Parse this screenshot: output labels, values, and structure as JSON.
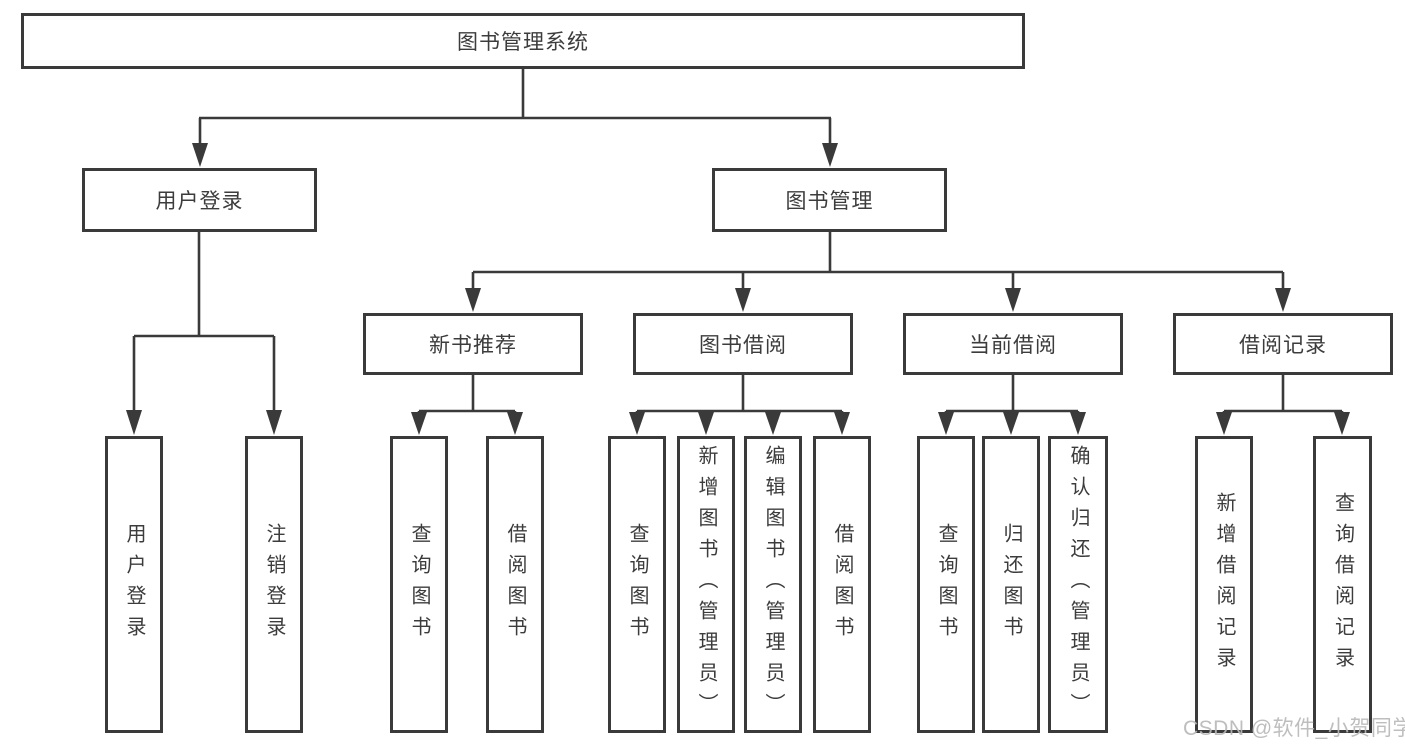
{
  "diagram": {
    "title": "图书管理系统",
    "level2": [
      {
        "id": "user-login",
        "label": "用户登录"
      },
      {
        "id": "book-management",
        "label": "图书管理"
      }
    ],
    "level3": [
      {
        "id": "new-book-recommend",
        "parent": "图书管理",
        "label": "新书推荐"
      },
      {
        "id": "book-borrowing",
        "parent": "图书管理",
        "label": "图书借阅"
      },
      {
        "id": "current-borrowing",
        "parent": "图书管理",
        "label": "当前借阅"
      },
      {
        "id": "borrowing-records",
        "parent": "图书管理",
        "label": "借阅记录"
      }
    ],
    "leaves": [
      {
        "parent": "用户登录",
        "label": "用户登录"
      },
      {
        "parent": "用户登录",
        "label": "注销登录"
      },
      {
        "parent": "新书推荐",
        "label": "查询图书"
      },
      {
        "parent": "新书推荐",
        "label": "借阅图书"
      },
      {
        "parent": "图书借阅",
        "label": "查询图书"
      },
      {
        "parent": "图书借阅",
        "label": "新增图书（管理员）"
      },
      {
        "parent": "图书借阅",
        "label": "编辑图书（管理员）"
      },
      {
        "parent": "图书借阅",
        "label": "借阅图书"
      },
      {
        "parent": "当前借阅",
        "label": "查询图书"
      },
      {
        "parent": "当前借阅",
        "label": "归还图书"
      },
      {
        "parent": "当前借阅",
        "label": "确认归还（管理员）"
      },
      {
        "parent": "借阅记录",
        "label": "新增借阅记录"
      },
      {
        "parent": "借阅记录",
        "label": "查询借阅记录"
      }
    ],
    "colors": {
      "line": "#3a3a3a",
      "text": "#3c3c3c",
      "box_fill": "#ffffff",
      "watermark": "#b9b9b9"
    }
  },
  "watermark": {
    "text": "CSDN @软件_小贺同学"
  }
}
